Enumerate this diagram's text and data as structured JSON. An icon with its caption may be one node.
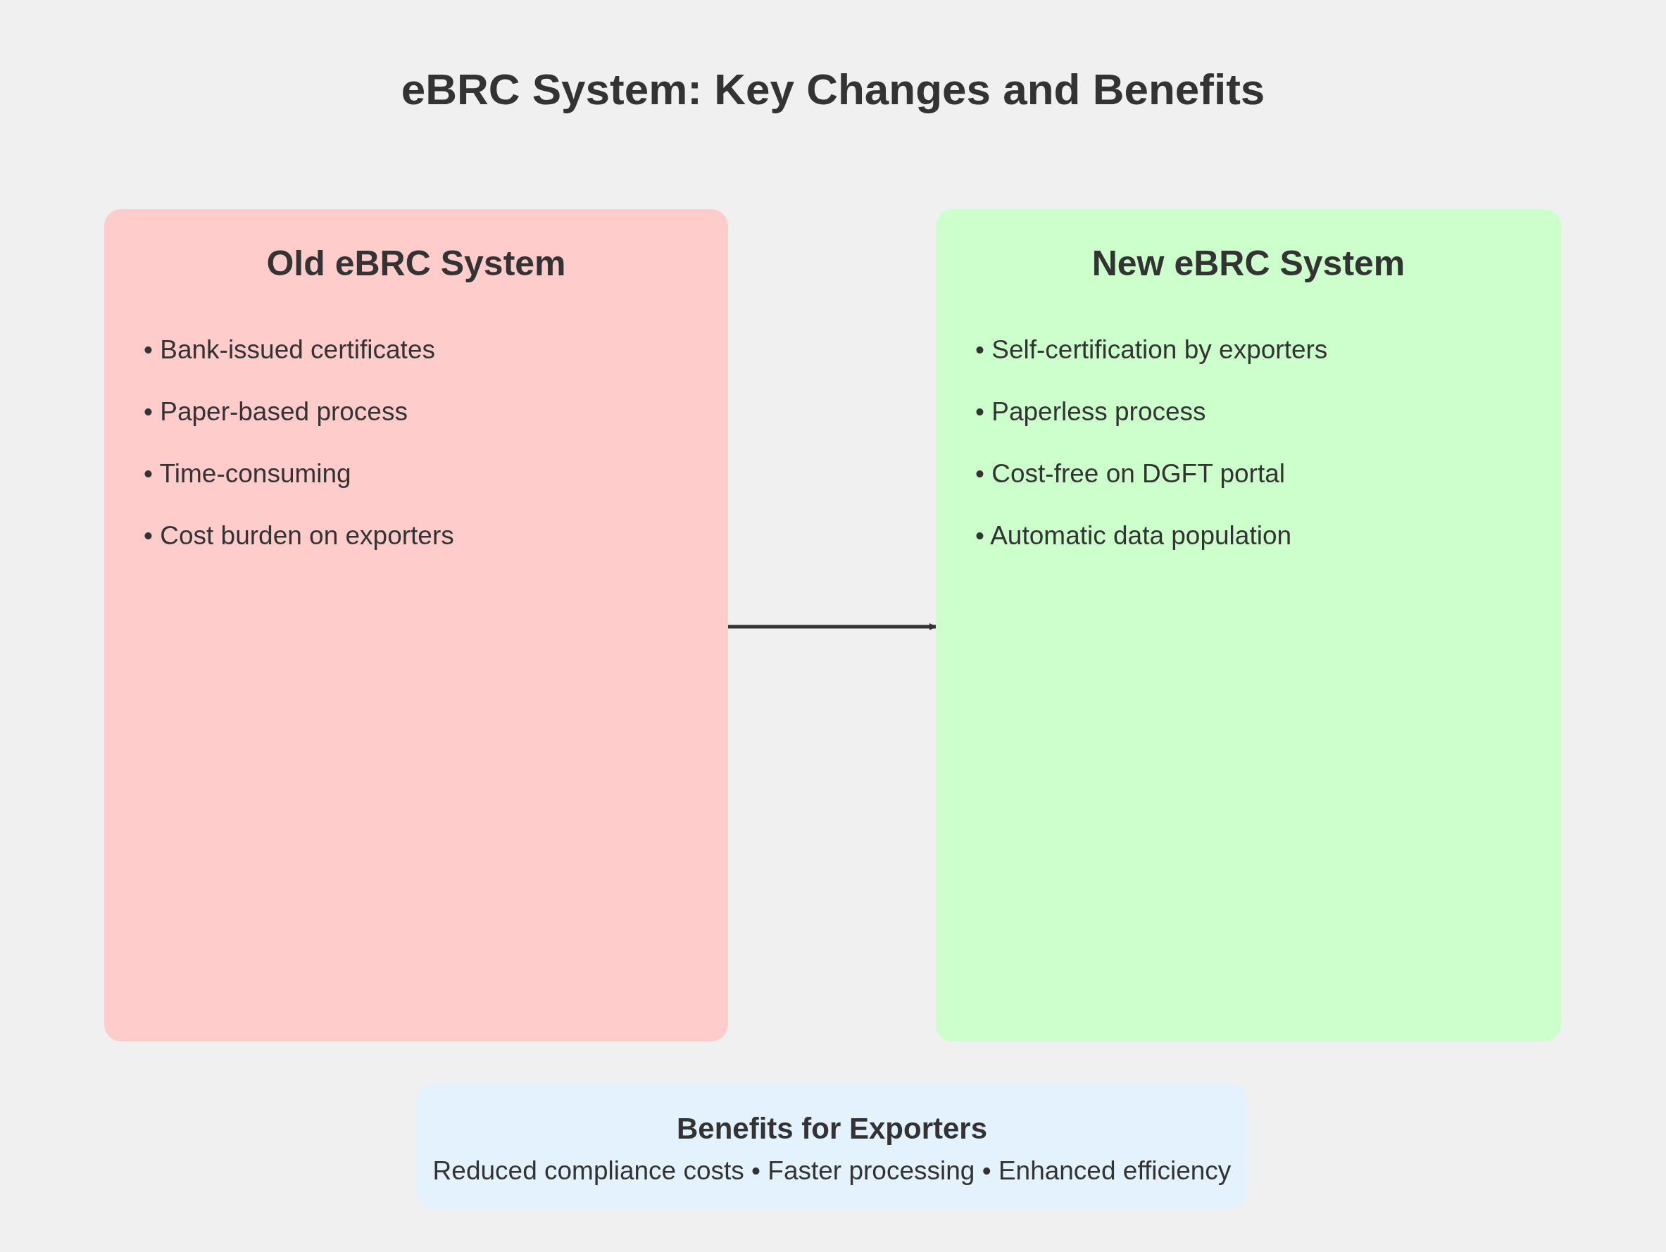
{
  "diagram": {
    "title": "eBRC System: Key Changes and Benefits",
    "nodes": [
      {
        "text": [
          "Old eBRC System",
          "• Bank-issued certificates",
          "• Paper-based process",
          "• Time-consuming",
          "• Cost burden on exporters"
        ]
      },
      {
        "text": [
          "New eBRC System",
          "• Self-certification by exporters",
          "• Paperless process",
          "• Cost-free on DGFT portal",
          "• Automatic data population"
        ]
      },
      {
        "text": [
          "Benefits for Exporters",
          "Reduced compliance costs • Faster processing • Enhanced efficiency"
        ]
      }
    ],
    "edges": [
      {
        "from": 0,
        "to": 1,
        "arrow": "to"
      }
    ]
  }
}
